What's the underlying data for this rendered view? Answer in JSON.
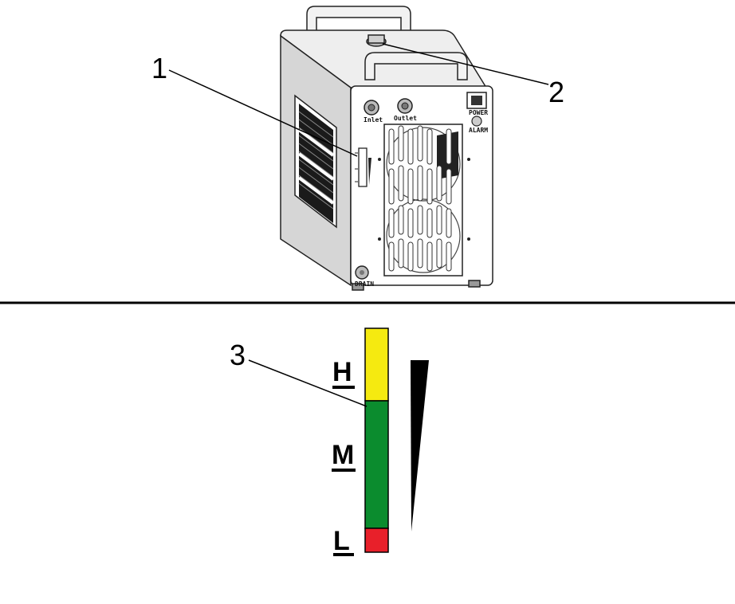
{
  "callouts": {
    "one": "1",
    "two": "2",
    "three": "3"
  },
  "panel_labels": {
    "inlet": "Inlet",
    "outlet": "Outlet",
    "power": "POWER",
    "alarm": "ALARM",
    "drain": "DRAIN"
  },
  "gauge": {
    "high_label": "H",
    "mid_label": "M",
    "low_label": "L",
    "colors": {
      "high": "#f5ea10",
      "mid": "#0b8c2e",
      "low": "#e8202a"
    }
  }
}
